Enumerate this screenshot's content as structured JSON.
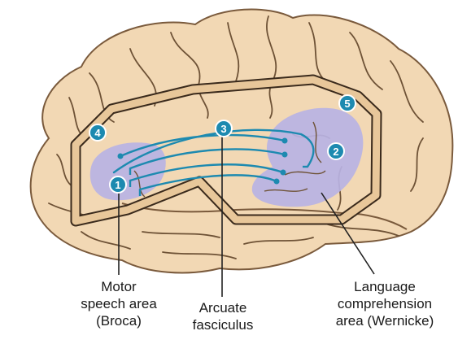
{
  "colors": {
    "brain_fill": "#f2d8b4",
    "brain_outline": "#7a5a3c",
    "sulcus": "#6e5236",
    "area_fill": "#b9b3e4",
    "fasciculus": "#1d8ab0",
    "marker_fill": "#1d8ab0",
    "frame_fill": "#e8c79a",
    "frame_line": "#3a2a1c"
  },
  "markers": [
    {
      "id": "m1",
      "number": "1",
      "refers_to": "broca-area"
    },
    {
      "id": "m2",
      "number": "2",
      "refers_to": "wernicke-area"
    },
    {
      "id": "m3",
      "number": "3",
      "refers_to": "arcuate-fasciculus"
    },
    {
      "id": "m4",
      "number": "4",
      "refers_to": "frame-left"
    },
    {
      "id": "m5",
      "number": "5",
      "refers_to": "frame-right"
    }
  ],
  "labels": {
    "broca": [
      "Motor",
      "speech area",
      "(Broca)"
    ],
    "arcuate": [
      "Arcuate",
      "fasciculus"
    ],
    "wernicke": [
      "Language",
      "comprehension",
      "area (Wernicke)"
    ]
  }
}
